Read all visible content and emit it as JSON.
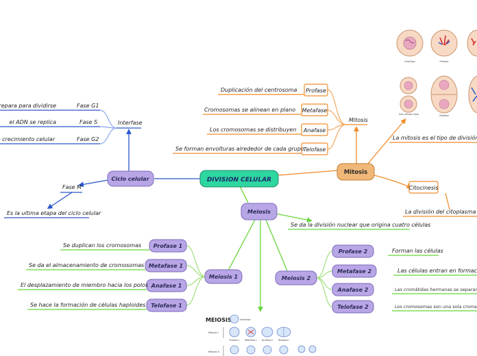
{
  "center": "DIVISION CELULAR",
  "ciclo": {
    "node": "Ciclo celular",
    "interfase": "Interfase",
    "fases": [
      {
        "name": "Fase G1",
        "desc": "Se prepara para dividirse"
      },
      {
        "name": "Fase S",
        "desc": "el ADN se replica"
      },
      {
        "name": "Fase G2",
        "desc": "Rápido crecimiento celular"
      }
    ],
    "fase_m": "Fase M",
    "fase_m_desc": "Es la ultima etapa del ciclo celular"
  },
  "mitosis": {
    "node": "Mitosis",
    "branch": "Mitosis",
    "fases": [
      {
        "name": "Profase",
        "desc": "Duplicación del centrosoma"
      },
      {
        "name": "Metafase",
        "desc": "Cromosomas se alinean en plano"
      },
      {
        "name": "Anafase",
        "desc": "Los cromosomas se distribuyen"
      },
      {
        "name": "Telofase",
        "desc": "Se forman envolturas alrededor de cada grupo"
      }
    ],
    "definicion": "La mitosis es el tipo de división nuc",
    "citocinesis": "Citocinesis",
    "citocinesis_desc": "La división del citoplasma en la",
    "image_labels": [
      "Interfase",
      "Profase",
      "Dos células hijas",
      "Telofase"
    ]
  },
  "meiosis": {
    "node": "Meiosis",
    "desc": "Se da la división nuclear que origina cuatro células",
    "meiosis1": {
      "node": "Meiosis 1",
      "fases": [
        {
          "name": "Profase 1",
          "desc": "Se duplican los cromosomas"
        },
        {
          "name": "Metafase 1",
          "desc": "Se da el almacenamiento de cromosomas"
        },
        {
          "name": "Anafase 1",
          "desc": "El desplazamiento de miembro hacia los polos"
        },
        {
          "name": "Telofase 1",
          "desc": "Se hace la formación de células haploides"
        }
      ]
    },
    "meiosis2": {
      "node": "Meiosis 2",
      "fases": [
        {
          "name": "Profase 2",
          "desc": "Forman las células"
        },
        {
          "name": "Metafase 2",
          "desc": "Las células entran en formación"
        },
        {
          "name": "Anafase 2",
          "desc": "Las cromátidas hermanas se separan"
        },
        {
          "name": "Telofase 2",
          "desc": "Los cromosomas son una sola cromatica"
        }
      ]
    },
    "image": {
      "title": "MEIOSIS",
      "row1": "Meiosis I",
      "row2": "Meiosis II",
      "interfase": "Interfase",
      "col_labels": [
        "Profase I",
        "Metafase I",
        "Anafase I",
        "Telofase I"
      ]
    }
  }
}
